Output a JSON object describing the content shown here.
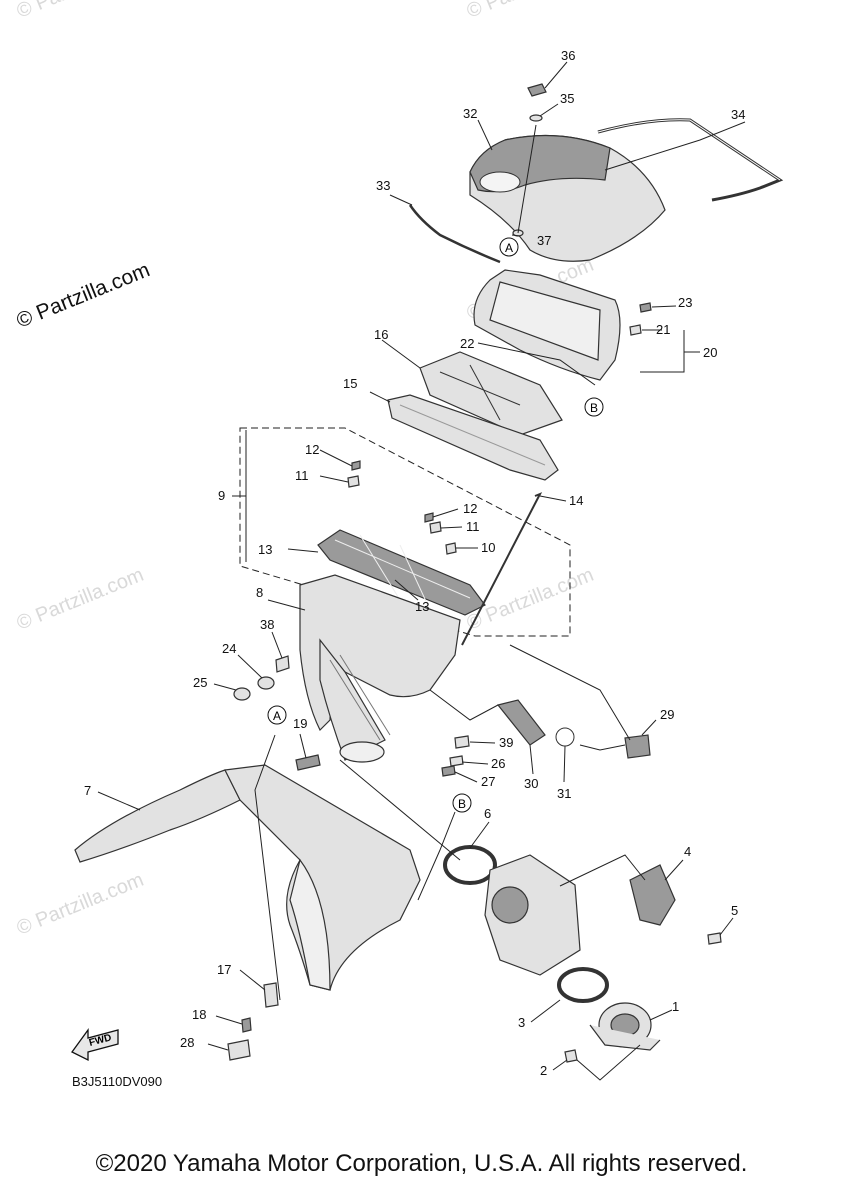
{
  "watermark_main": "© Partzilla.com",
  "watermark_faint": "© Partzilla.com",
  "diagram_code": "B3J5110DV090",
  "fwd_label": "FWD",
  "copyright": "©2020 Yamaha Motor Corporation, U.S.A. All rights reserved.",
  "ref_marks": {
    "a": "A",
    "b": "B"
  },
  "callouts": {
    "p1": "1",
    "p2": "2",
    "p3": "3",
    "p4": "4",
    "p5": "5",
    "p6": "6",
    "p7": "7",
    "p8": "8",
    "p9": "9",
    "p10": "10",
    "p11a": "11",
    "p11b": "11",
    "p12a": "12",
    "p12b": "12",
    "p13a": "13",
    "p13b": "13",
    "p14": "14",
    "p15": "15",
    "p16": "16",
    "p17": "17",
    "p18": "18",
    "p19": "19",
    "p20": "20",
    "p21": "21",
    "p22": "22",
    "p23": "23",
    "p24": "24",
    "p25": "25",
    "p26": "26",
    "p27": "27",
    "p28": "28",
    "p29": "29",
    "p30": "30",
    "p31": "31",
    "p32": "32",
    "p33": "33",
    "p34": "34",
    "p35": "35",
    "p36": "36",
    "p37": "37",
    "p38": "38",
    "p39": "39"
  }
}
